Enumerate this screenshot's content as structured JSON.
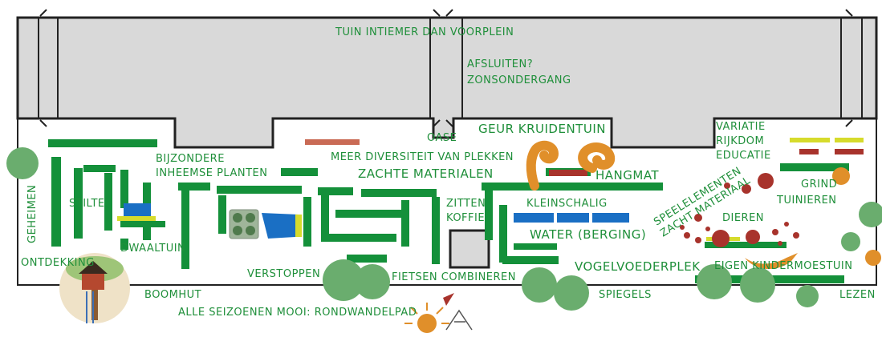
{
  "colors": {
    "hedge": "#14903a",
    "building": "#d9d9d9",
    "outline": "#222222",
    "tree": "#6aad6e",
    "water": "#1a6fc4",
    "accent_red": "#a8332c",
    "accent_orange": "#e08f2a",
    "accent_yellow": "#d6db2c",
    "salmon": "#c96a55",
    "label": "#1f8f3a"
  },
  "labels": {
    "voorplein": "TUIN INTIEMER DAN VOORPLEIN",
    "afsluiten": "AFSLUITEN?",
    "zonsondergang": "ZONSONDERGANG",
    "oase": "OASE",
    "geur": "GEUR KRUIDENTUIN",
    "variatie": "VARIATIE",
    "rijkdom": "RIJKDOM",
    "educatie": "EDUCATIE",
    "bijzondere": "BIJZONDERE",
    "inheemse": "INHEEMSE PLANTEN",
    "diversiteit": "MEER DIVERSITEIT VAN PLEKKEN",
    "zachte": "ZACHTE MATERIALEN",
    "hangmat": "HANGMAT",
    "grind": "GRIND",
    "tuinieren": "TUINIEREN",
    "geheimen": "GEHEIMEN",
    "stilte": "STILTE",
    "zitten": "ZITTEN",
    "koffie": "KOFFIE",
    "kleinschalig": "KLEINSCHALIG",
    "speelelementen": "SPEELELEMENTEN",
    "zacht_materiaal": "ZACHT MATERIAAL",
    "dieren": "DIEREN",
    "water": "WATER (BERGING)",
    "ontdekking": "ONTDEKKING",
    "dwaaltuin": "DWAALTUIN",
    "verstoppen": "VERSTOPPEN",
    "fietsen": "FIETSEN COMBINEREN",
    "vogel": "VOGELVOEDERPLEK",
    "moestuin": "EIGEN KINDERMOESTUIN",
    "boomhut": "BOOMHUT",
    "spiegels": "SPIEGELS",
    "lezen": "LEZEN",
    "seizoenen": "ALLE SEIZOENEN MOOI: RONDWANDELPAD"
  }
}
